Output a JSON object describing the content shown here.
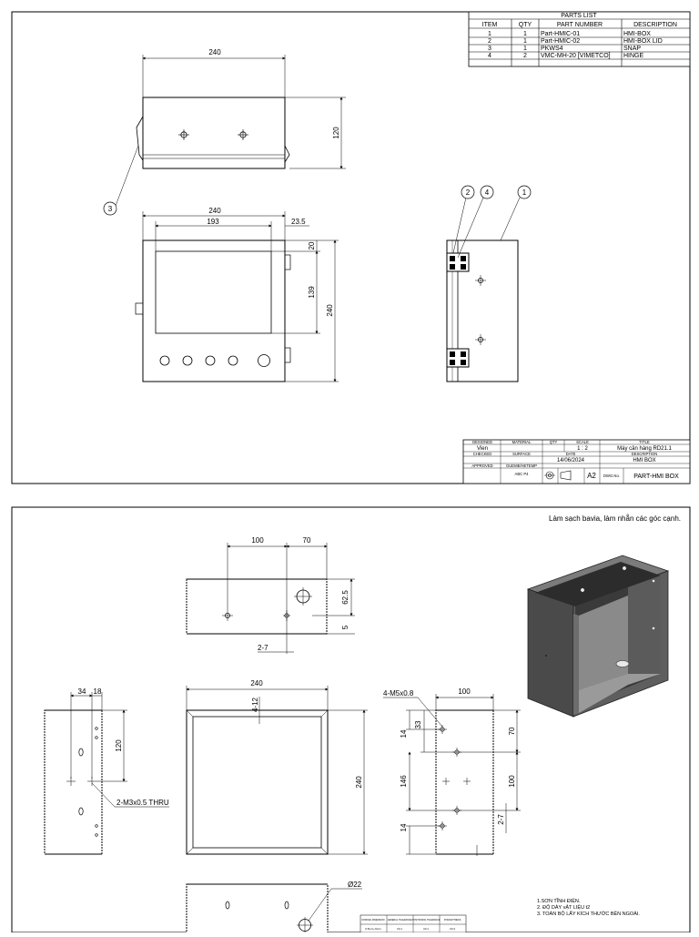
{
  "sheet1": {
    "parts_list": {
      "title": "PARTS LIST",
      "headers": [
        "ITEM",
        "QTY",
        "PART NUMBER",
        "DESCRIPTION"
      ],
      "rows": [
        [
          "1",
          "1",
          "Part-HMIC-01",
          "HMI-BOX"
        ],
        [
          "2",
          "1",
          "Part-HMIC-02",
          "HMI-BOX LID"
        ],
        [
          "3",
          "1",
          "PKWS4",
          "SNAP"
        ],
        [
          "4",
          "2",
          "VMC-MH-20 [VIMETCO]",
          "HINGE"
        ]
      ]
    },
    "dims": {
      "top_width": "240",
      "top_height": "120",
      "front_width": "240",
      "front_screen": "193",
      "front_offset": "23.5",
      "front_top": "20",
      "front_screen_h": "139",
      "front_height": "240"
    },
    "balloons": [
      "1",
      "2",
      "3",
      "4"
    ],
    "title_block": {
      "designed_label": "DESIGNED",
      "designed": "Vien",
      "material_label": "MATERIAL",
      "qty_label": "QTY",
      "scale_label": "SCALE",
      "scale": "1 : 2",
      "title_label": "TITLE",
      "title": "Máy cân hàng RD21.1",
      "checked_label": "CHECKED",
      "surface_label": "SURFACE",
      "date_label": "DATE",
      "date": "14/06/2024",
      "description_label": "DESCRIPTION",
      "description": "HMI BOX",
      "approved_label": "APPROVED",
      "gueme_label": "GUEME/HETEMP",
      "gueme_value": "ABC    P4",
      "size": "A2",
      "dwg_label": "DWG.No.",
      "dwg_no": "PART-HMI BOX"
    }
  },
  "sheet2": {
    "note_top": "Làm sạch bavia, làm nhẵn các góc cạnh.",
    "dims": {
      "top_a": "100",
      "top_b": "70",
      "top_h": "62.5",
      "top_5": "5",
      "top_27": "2-7",
      "left_34": "34",
      "left_18": "18",
      "left_120": "120",
      "left_thread": "2-M3x0.5 THRU",
      "front_240w": "240",
      "front_412": "4-12",
      "front_240h": "240",
      "right_thread": "4-M5x0.8",
      "right_100w": "100",
      "right_14a": "14",
      "right_33": "33",
      "right_146": "146",
      "right_14b": "14",
      "right_70": "70",
      "right_100h": "100",
      "right_27": "2-7",
      "bottom_d22": "Ø22"
    },
    "notes": [
      "1.SƠN TĨNH ĐIỆN.",
      "2. ĐỘ DÀY vẬT LIỆU t2",
      "3. TOÀN BỘ LẤY KÍCH THƯỚC BÊN NGOÀI."
    ],
    "tolerance_table": {
      "headers": [
        "NOMINAL DIMENSION",
        "GENERAL TOLERANCE",
        "POSITIONING TOLERANCE",
        "STRAIGHTNESS"
      ],
      "row": [
        "0.5mm~6mm",
        "±0.1",
        "±0.1",
        "±0.3"
      ]
    }
  }
}
